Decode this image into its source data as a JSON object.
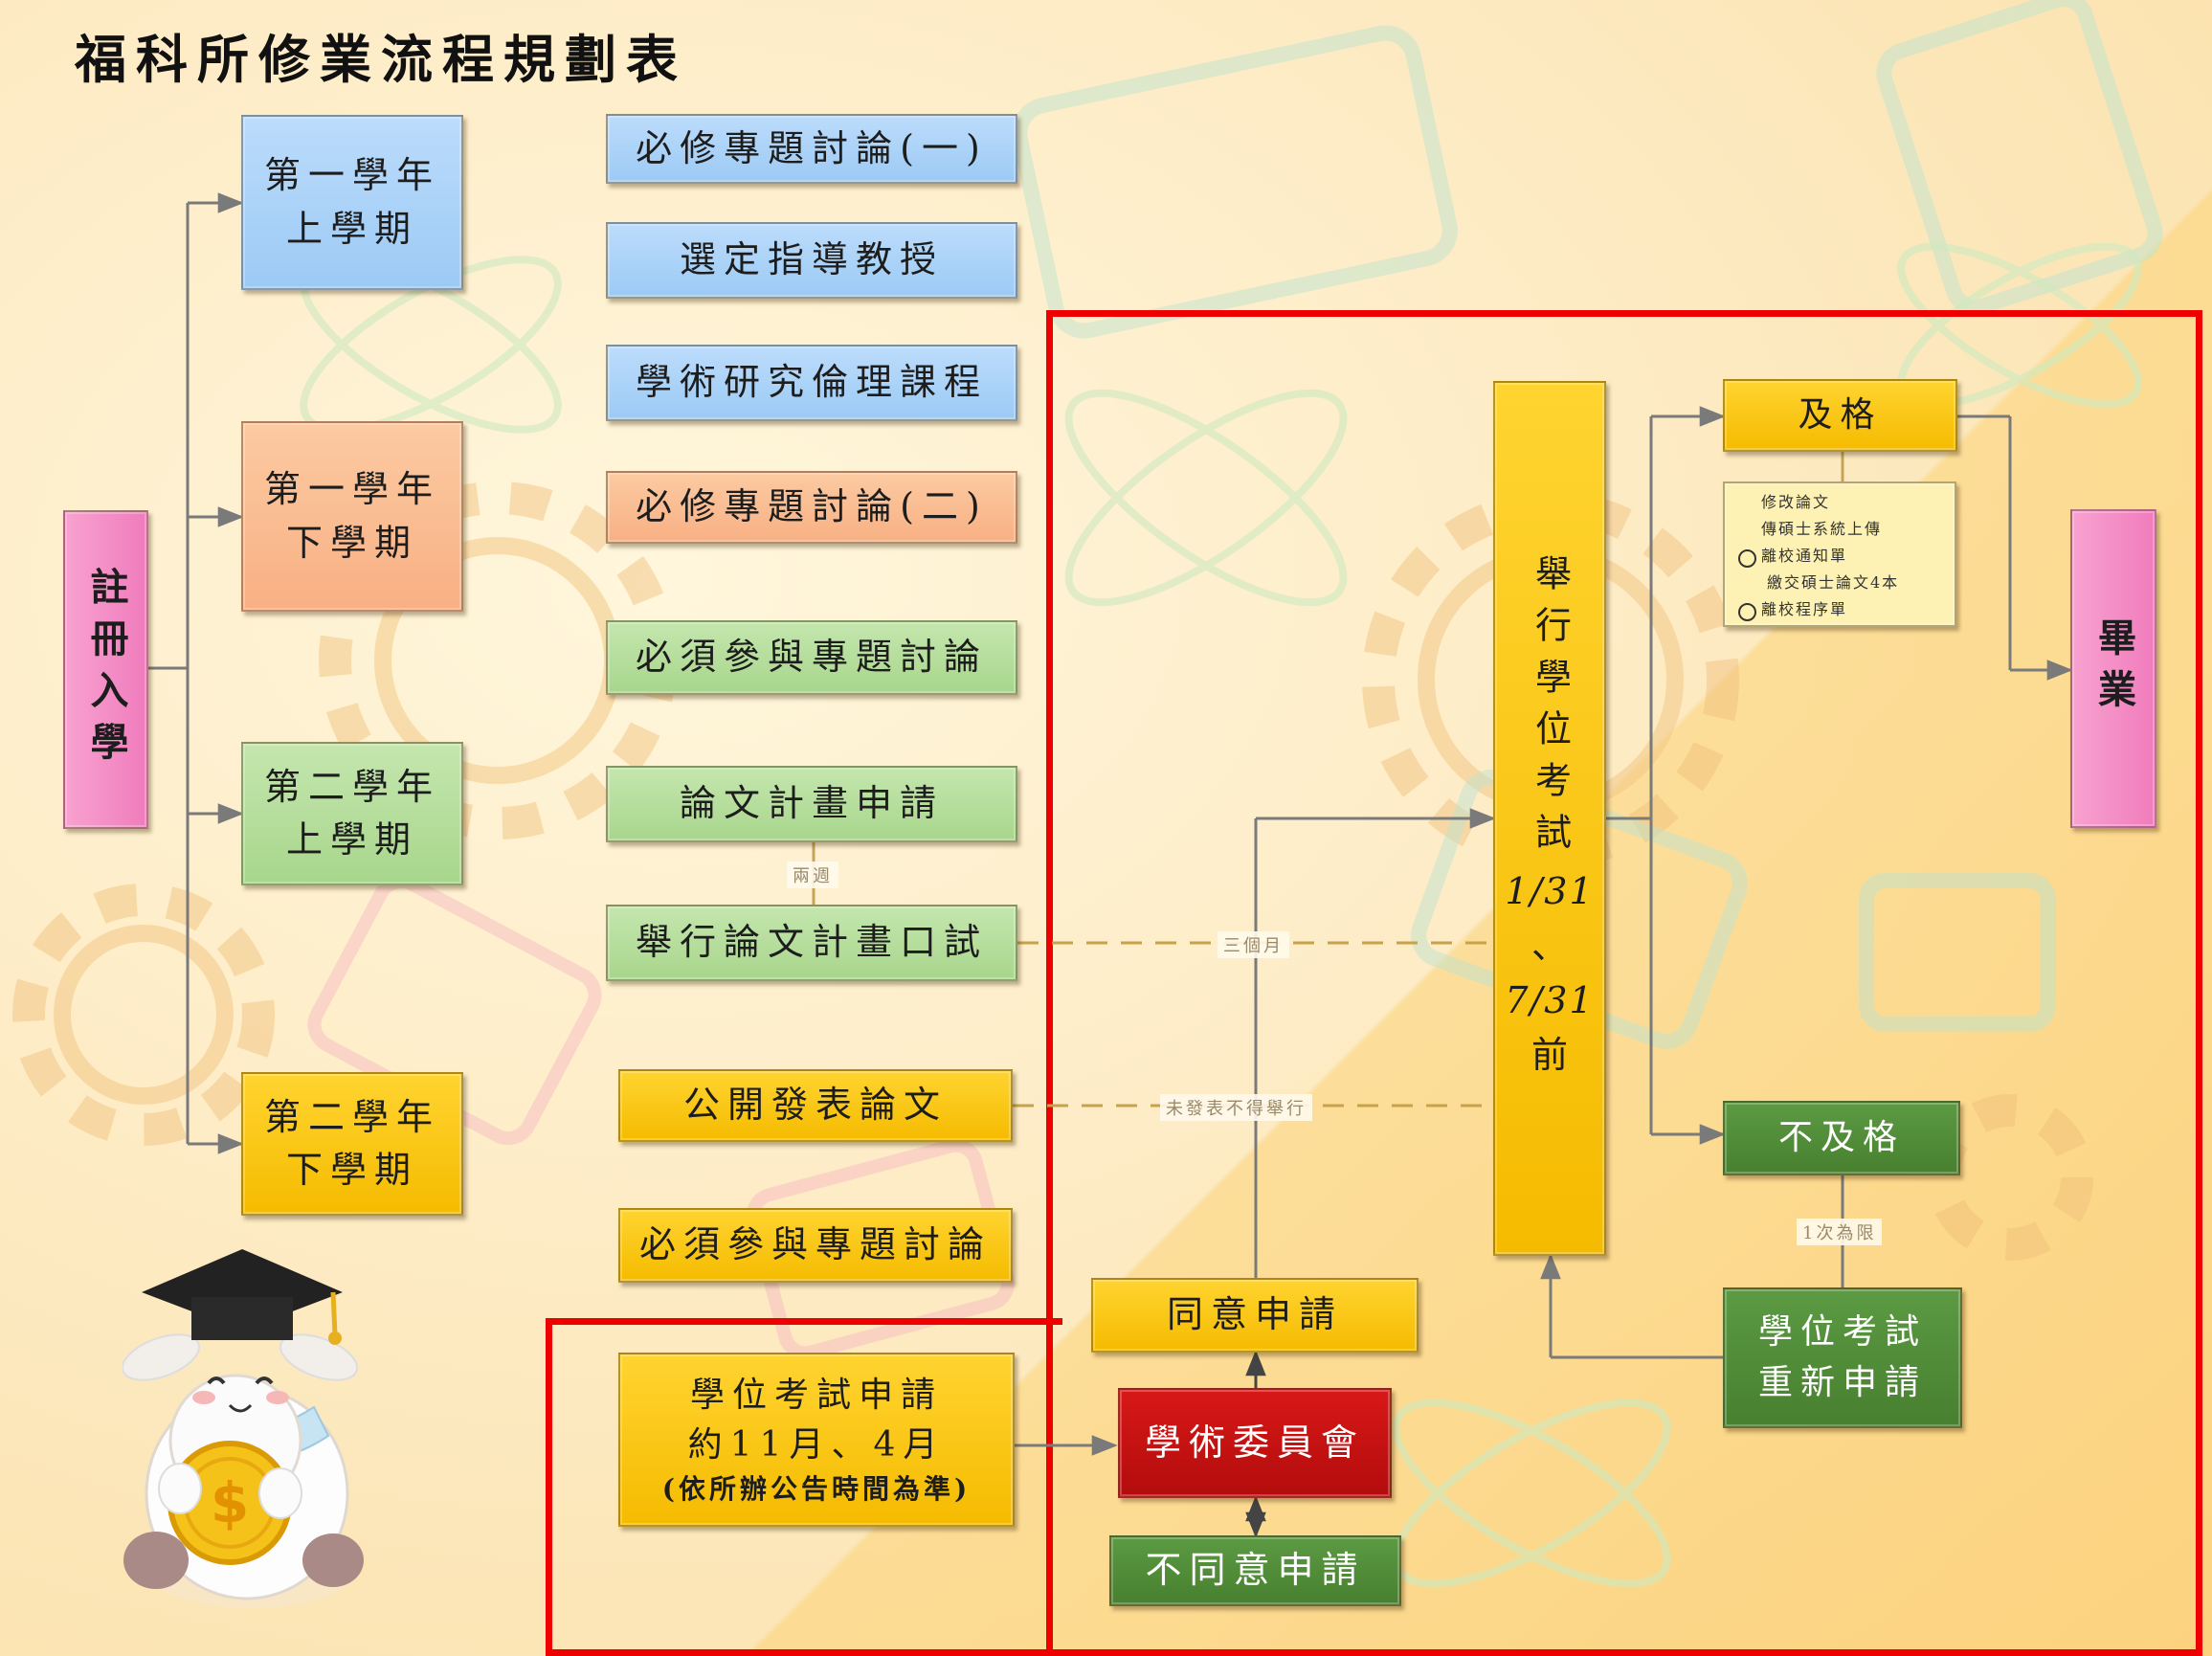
{
  "title": "福科所修業流程規劃表",
  "enroll": "註冊入學",
  "semesters": {
    "y1s1": [
      "第一學年",
      "上學期"
    ],
    "y1s2": [
      "第一學年",
      "下學期"
    ],
    "y2s1": [
      "第二學年",
      "上學期"
    ],
    "y2s2": [
      "第二學年",
      "下學期"
    ]
  },
  "courses": {
    "c1": "必修專題討論(一)",
    "c2": "選定指導教授",
    "c3": "學術研究倫理課程",
    "c4": "必修專題討論(二)",
    "c5": "必須參與專題討論",
    "c6": "論文計畫申請",
    "c7": "舉行論文計畫口試",
    "c8": "公開發表論文",
    "c9": "必須參與專題討論"
  },
  "labels": {
    "two_weeks": "兩週",
    "three_months": "三個月",
    "not_published": "未發表不得舉行",
    "once_limit": "1次為限"
  },
  "exam_apply": {
    "line1": "學位考試申請",
    "line2": "約11月、4月",
    "line3": "(依所辦公告時間為準)"
  },
  "committee": "學術委員會",
  "agree": "同意申請",
  "disagree": "不同意申請",
  "exam": {
    "line1": "舉行學位考試",
    "date1": "1/31",
    "sep": "、",
    "date2": "7/31",
    "suffix": "前"
  },
  "pass": "及格",
  "fail": "不及格",
  "reapply": [
    "學位考試",
    "重新申請"
  ],
  "notes": [
    "修改論文",
    "傳碩士系統上傳",
    "離校通知單",
    "繳交碩士論文4本",
    "離校程序單"
  ],
  "graduate": "畢業",
  "colors": {
    "frame": "#ee0000",
    "yellow": "#f5bb00",
    "dark_green": "#47802f",
    "red": "#b30c0c",
    "pink": "#f07cbd",
    "blue": "#9ccaf5",
    "orange": "#f8b083",
    "green": "#a8d68c"
  }
}
